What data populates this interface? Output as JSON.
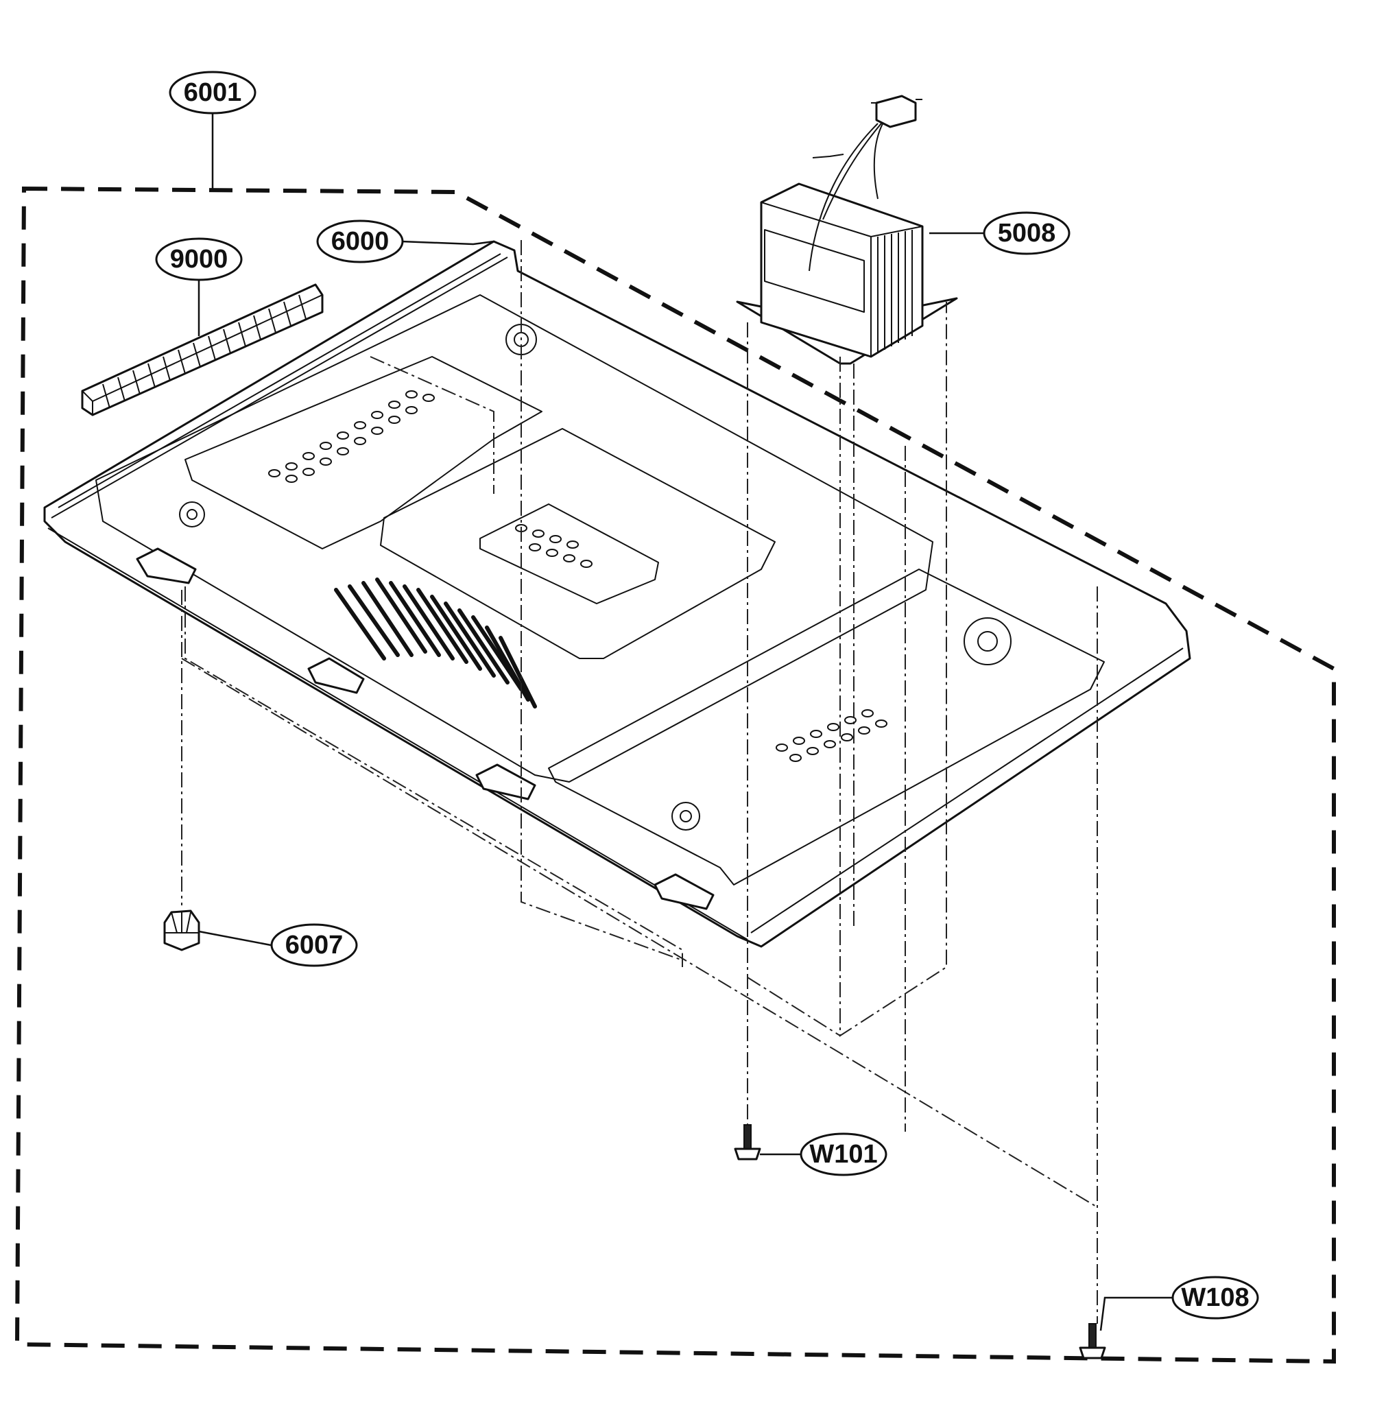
{
  "diagram": {
    "callouts": {
      "c6001": "6001",
      "c6000": "6000",
      "c9000": "9000",
      "c5008": "5008",
      "c6007": "6007",
      "cW101": "W101",
      "cW108": "W108"
    }
  }
}
